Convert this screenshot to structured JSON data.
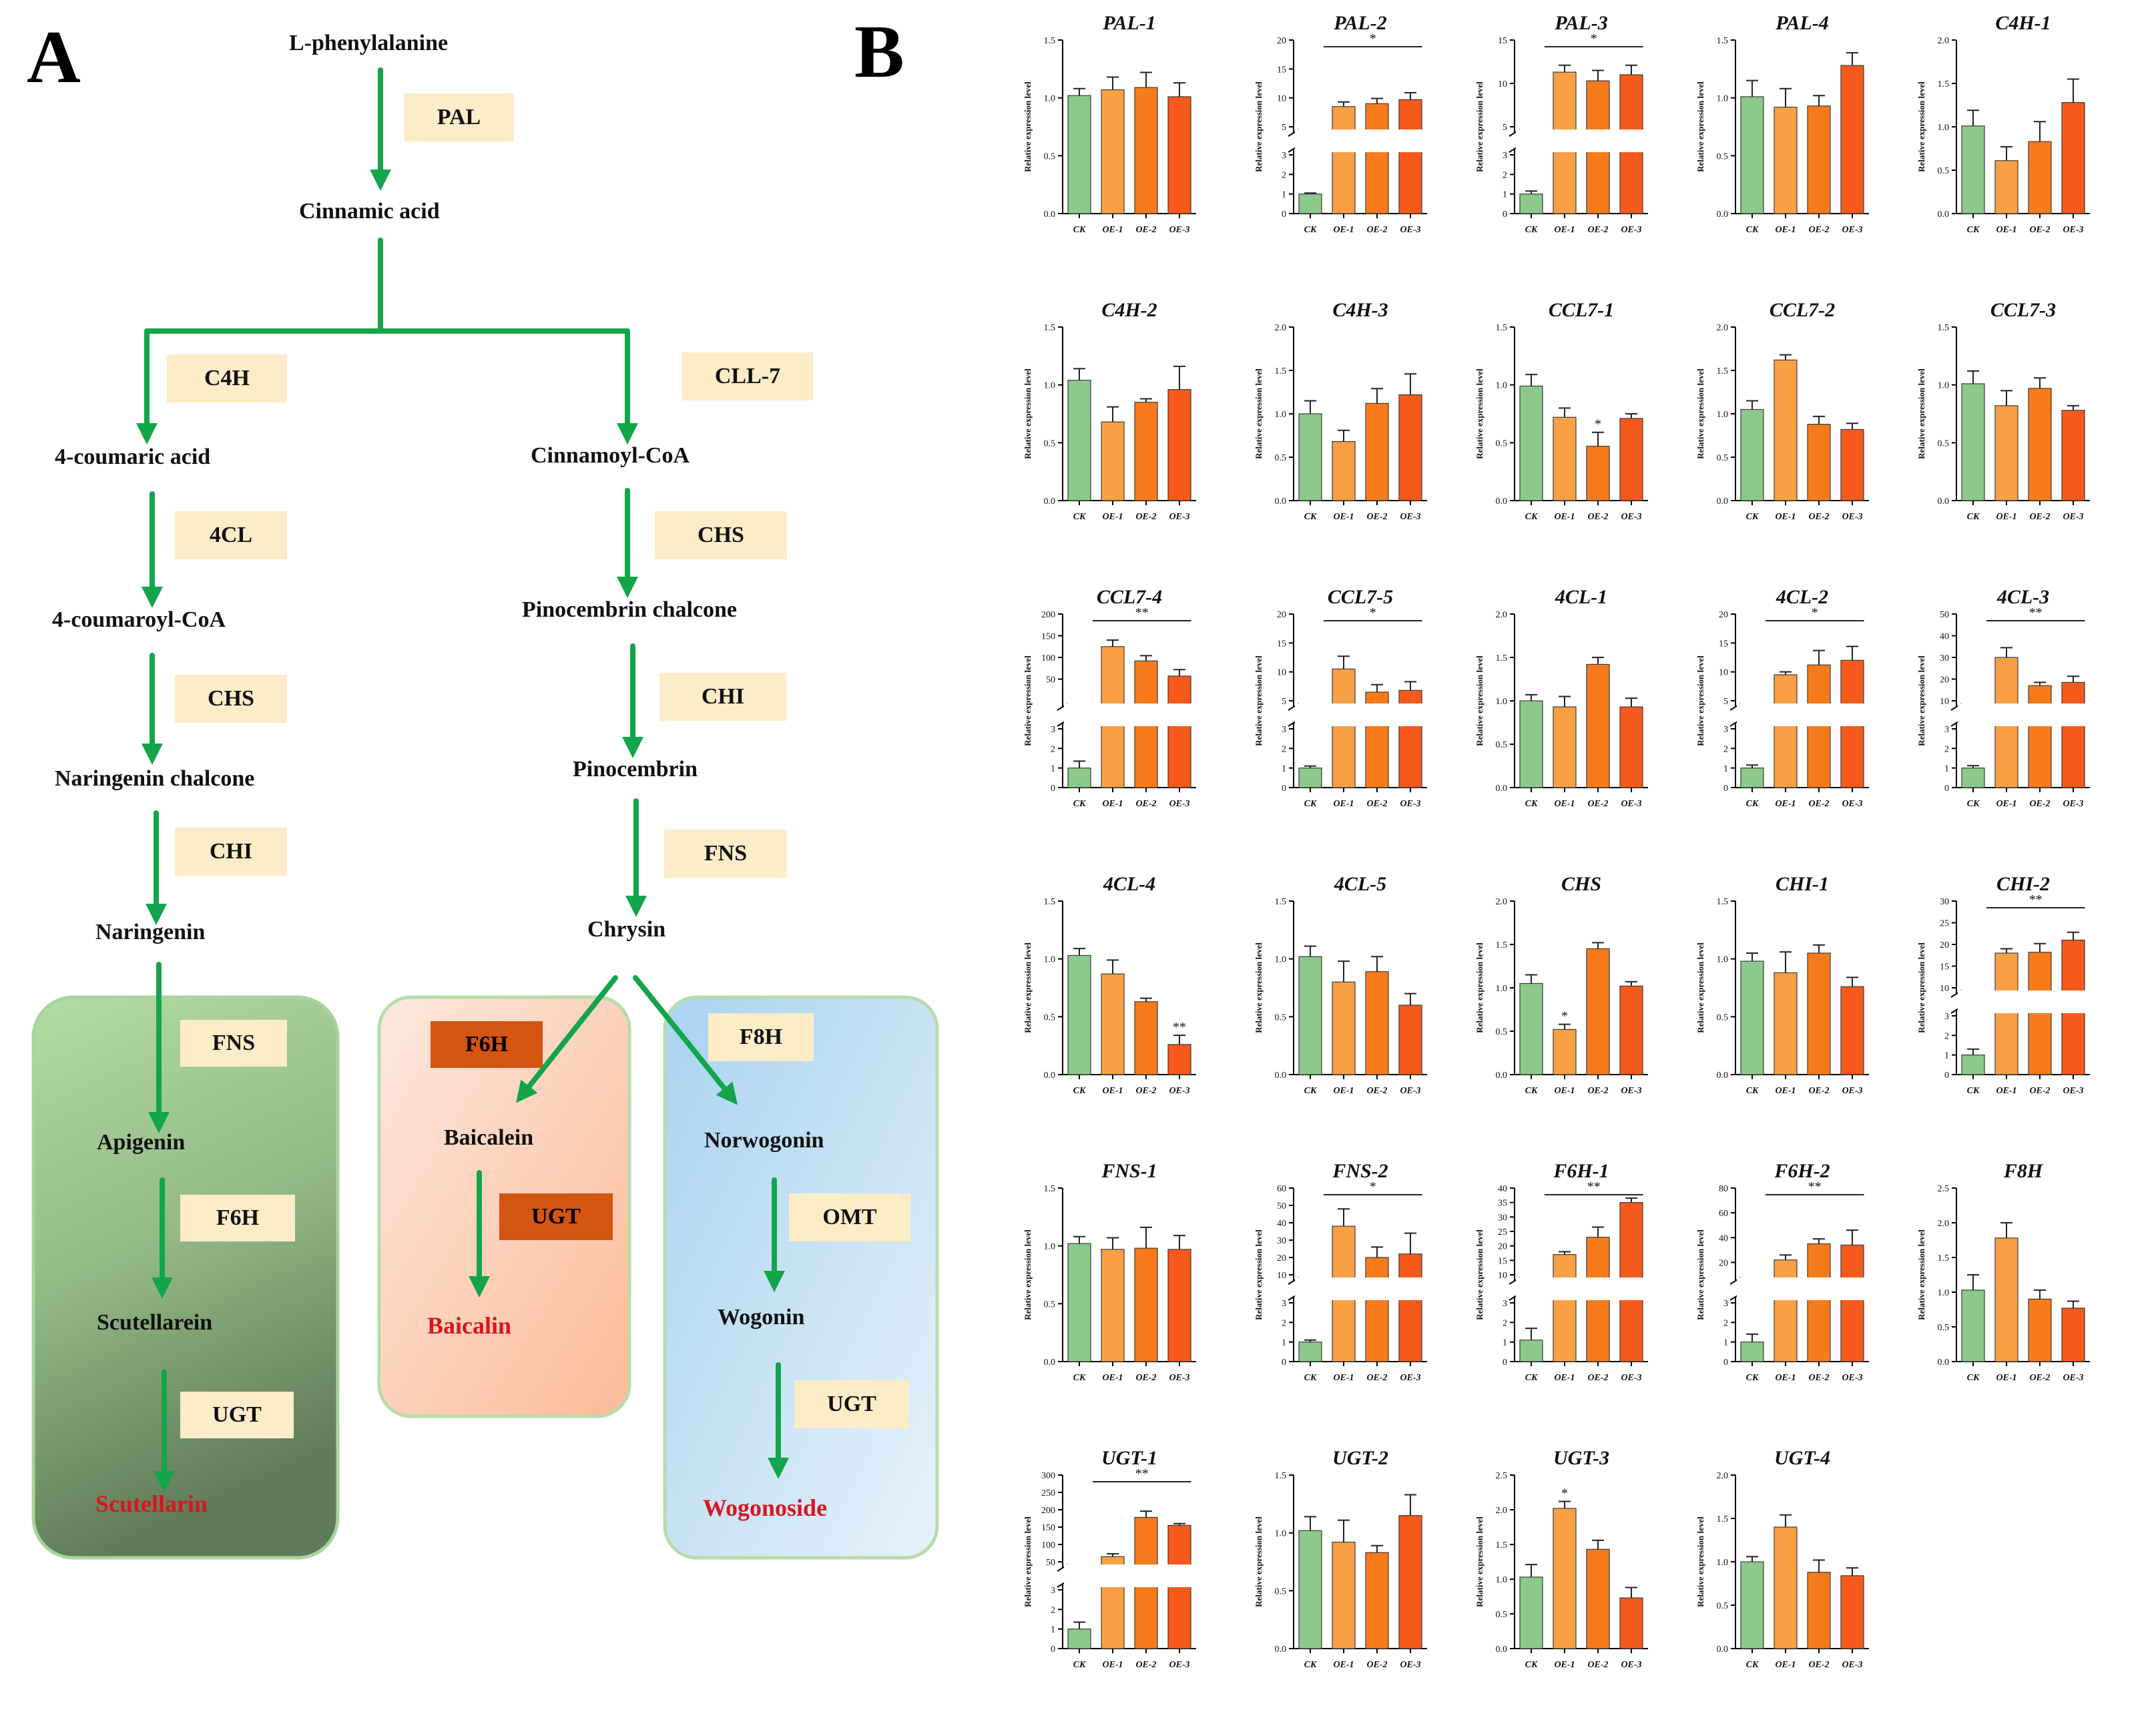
{
  "panel_a": {
    "letter": "A",
    "colors": {
      "arrow": "#12a54a",
      "enzyme_box": "#fdecc8",
      "enzyme_box_dark": "#d45411",
      "product_text": "#d8161e"
    },
    "metabolites": {
      "phe": "L-phenylalanine",
      "cinnamic": "Cinnamic acid",
      "coumaric": "4-coumaric acid",
      "coumaroyl": "4-coumaroyl-CoA",
      "naringenin_chalcone": "Naringenin chalcone",
      "naringenin": "Naringenin",
      "apigenin": "Apigenin",
      "scutellarein": "Scutellarein",
      "scutellarin": "Scutellarin",
      "cinnamoyl": "Cinnamoyl-CoA",
      "pinocembrin_chalcone": "Pinocembrin chalcone",
      "pinocembrin": "Pinocembrin",
      "chrysin": "Chrysin",
      "baicalein": "Baicalein",
      "baicalin": "Baicalin",
      "norwogonin": "Norwogonin",
      "wogonin": "Wogonin",
      "wogonoside": "Wogonoside"
    },
    "enzymes": {
      "pal": "PAL",
      "c4h": "C4H",
      "cll7": "CLL-7",
      "fourcl": "4CL",
      "chs_left": "CHS",
      "chs_right": "CHS",
      "chi_left": "CHI",
      "chi_right": "CHI",
      "fns_right": "FNS",
      "fns_left": "FNS",
      "f6h_green": "F6H",
      "ugt_green": "UGT",
      "f6h_orange": "F6H",
      "ugt_orange": "UGT",
      "f8h": "F8H",
      "omt": "OMT",
      "ugt_blue": "UGT"
    }
  },
  "panel_b": {
    "letter": "B",
    "ylabel": "Relative expression level",
    "categories": [
      "CK",
      "OE-1",
      "OE-2",
      "OE-3"
    ],
    "bar_colors": [
      "#8cc98a",
      "#f9a044",
      "#f77b1a",
      "#f5591b"
    ]
  },
  "chart_data": [
    {
      "type": "bar",
      "title": "PAL-1",
      "categories": [
        "CK",
        "OE-1",
        "OE-2",
        "OE-3"
      ],
      "values": [
        1.02,
        1.07,
        1.09,
        1.01
      ],
      "errors": [
        0.06,
        0.11,
        0.13,
        0.12
      ],
      "ylim": [
        0,
        1.5
      ],
      "yticks": [
        "0.0",
        "0.5",
        "1.0",
        "1.5"
      ],
      "sig": ""
    },
    {
      "type": "bar",
      "title": "PAL-2",
      "categories": [
        "CK",
        "OE-1",
        "OE-2",
        "OE-3"
      ],
      "values": [
        1.0,
        8.5,
        9.0,
        9.7
      ],
      "errors": [
        0.05,
        0.8,
        0.9,
        1.2
      ],
      "axis_break": true,
      "lower_ylim": [
        0,
        3
      ],
      "lower_ticks": [
        "0",
        "1",
        "2",
        "3"
      ],
      "upper_ylim": [
        5,
        20
      ],
      "upper_ticks": [
        "5",
        "10",
        "15",
        "20"
      ],
      "sig": "*"
    },
    {
      "type": "bar",
      "title": "PAL-3",
      "categories": [
        "CK",
        "OE-1",
        "OE-2",
        "OE-3"
      ],
      "values": [
        1.0,
        11.3,
        10.3,
        11.0
      ],
      "errors": [
        0.15,
        0.8,
        1.2,
        1.1
      ],
      "axis_break": true,
      "lower_ylim": [
        0,
        3
      ],
      "lower_ticks": [
        "0",
        "1",
        "2",
        "3"
      ],
      "upper_ylim": [
        5,
        15
      ],
      "upper_ticks": [
        "5",
        "10",
        "15"
      ],
      "sig": "*"
    },
    {
      "type": "bar",
      "title": "PAL-4",
      "categories": [
        "CK",
        "OE-1",
        "OE-2",
        "OE-3"
      ],
      "values": [
        1.01,
        0.92,
        0.93,
        1.28
      ],
      "errors": [
        0.14,
        0.16,
        0.09,
        0.11
      ],
      "ylim": [
        0,
        1.5
      ],
      "yticks": [
        "0.0",
        "0.5",
        "1.0",
        "1.5"
      ],
      "sig": ""
    },
    {
      "type": "bar",
      "title": "C4H-1",
      "categories": [
        "CK",
        "OE-1",
        "OE-2",
        "OE-3"
      ],
      "values": [
        1.01,
        0.61,
        0.83,
        1.28
      ],
      "errors": [
        0.18,
        0.16,
        0.23,
        0.27
      ],
      "ylim": [
        0,
        2.0
      ],
      "yticks": [
        "0.0",
        "0.5",
        "1.0",
        "1.5",
        "2.0"
      ],
      "sig": ""
    },
    {
      "type": "bar",
      "title": "C4H-2",
      "categories": [
        "CK",
        "OE-1",
        "OE-2",
        "OE-3"
      ],
      "values": [
        1.04,
        0.68,
        0.85,
        0.96
      ],
      "errors": [
        0.1,
        0.13,
        0.03,
        0.2
      ],
      "ylim": [
        0,
        1.5
      ],
      "yticks": [
        "0.0",
        "0.5",
        "1.0",
        "1.5"
      ],
      "sig": ""
    },
    {
      "type": "bar",
      "title": "C4H-3",
      "categories": [
        "CK",
        "OE-1",
        "OE-2",
        "OE-3"
      ],
      "values": [
        1.0,
        0.68,
        1.12,
        1.22
      ],
      "errors": [
        0.15,
        0.13,
        0.17,
        0.24
      ],
      "ylim": [
        0,
        2.0
      ],
      "yticks": [
        "0.0",
        "0.5",
        "1.0",
        "1.5",
        "2.0"
      ],
      "sig": ""
    },
    {
      "type": "bar",
      "title": "CCL7-1",
      "categories": [
        "CK",
        "OE-1",
        "OE-2",
        "OE-3"
      ],
      "values": [
        0.99,
        0.72,
        0.47,
        0.71
      ],
      "errors": [
        0.1,
        0.08,
        0.12,
        0.04
      ],
      "ylim": [
        0,
        1.5
      ],
      "yticks": [
        "0.0",
        "0.5",
        "1.0",
        "1.5"
      ],
      "sig": "*",
      "sig_bar": 2
    },
    {
      "type": "bar",
      "title": "CCL7-2",
      "categories": [
        "CK",
        "OE-1",
        "OE-2",
        "OE-3"
      ],
      "values": [
        1.05,
        1.62,
        0.88,
        0.82
      ],
      "errors": [
        0.1,
        0.06,
        0.09,
        0.07
      ],
      "ylim": [
        0,
        2.0
      ],
      "yticks": [
        "0.0",
        "0.5",
        "1.0",
        "1.5",
        "2.0"
      ],
      "sig": ""
    },
    {
      "type": "bar",
      "title": "CCL7-3",
      "categories": [
        "CK",
        "OE-1",
        "OE-2",
        "OE-3"
      ],
      "values": [
        1.01,
        0.82,
        0.97,
        0.78
      ],
      "errors": [
        0.11,
        0.13,
        0.09,
        0.04
      ],
      "ylim": [
        0,
        1.5
      ],
      "yticks": [
        "0.0",
        "0.5",
        "1.0",
        "1.5"
      ],
      "sig": ""
    },
    {
      "type": "bar",
      "title": "CCL7-4",
      "categories": [
        "CK",
        "OE-1",
        "OE-2",
        "OE-3"
      ],
      "values": [
        1.0,
        125,
        92,
        57
      ],
      "errors": [
        0.35,
        15,
        12,
        15
      ],
      "axis_break": true,
      "lower_ylim": [
        0,
        3
      ],
      "lower_ticks": [
        "0",
        "1",
        "2",
        "3"
      ],
      "upper_ylim": [
        0,
        200
      ],
      "upper_ticks": [
        "50",
        "100",
        "150",
        "200"
      ],
      "sig": "**"
    },
    {
      "type": "bar",
      "title": "CCL7-5",
      "categories": [
        "CK",
        "OE-1",
        "OE-2",
        "OE-3"
      ],
      "values": [
        1.0,
        10.5,
        6.5,
        6.8
      ],
      "errors": [
        0.1,
        2.2,
        1.3,
        1.5
      ],
      "axis_break": true,
      "lower_ylim": [
        0,
        3
      ],
      "lower_ticks": [
        "0",
        "1",
        "2",
        "3"
      ],
      "upper_ylim": [
        5,
        20
      ],
      "upper_ticks": [
        "5",
        "10",
        "15",
        "20"
      ],
      "sig": "*"
    },
    {
      "type": "bar",
      "title": "4CL-1",
      "categories": [
        "CK",
        "OE-1",
        "OE-2",
        "OE-3"
      ],
      "values": [
        1.0,
        0.93,
        1.42,
        0.93
      ],
      "errors": [
        0.07,
        0.12,
        0.08,
        0.1
      ],
      "ylim": [
        0,
        2.0
      ],
      "yticks": [
        "0.0",
        "0.5",
        "1.0",
        "1.5",
        "2.0"
      ],
      "sig": ""
    },
    {
      "type": "bar",
      "title": "4CL-2",
      "categories": [
        "CK",
        "OE-1",
        "OE-2",
        "OE-3"
      ],
      "values": [
        1.0,
        9.5,
        11.2,
        12.0
      ],
      "errors": [
        0.15,
        0.5,
        2.5,
        2.4
      ],
      "axis_break": true,
      "lower_ylim": [
        0,
        3
      ],
      "lower_ticks": [
        "0",
        "1",
        "2",
        "3"
      ],
      "upper_ylim": [
        5,
        20
      ],
      "upper_ticks": [
        "5",
        "10",
        "15",
        "20"
      ],
      "sig": "*"
    },
    {
      "type": "bar",
      "title": "4CL-3",
      "categories": [
        "CK",
        "OE-1",
        "OE-2",
        "OE-3"
      ],
      "values": [
        1.0,
        30,
        17,
        18.5
      ],
      "errors": [
        0.12,
        4.5,
        1.5,
        2.8
      ],
      "axis_break": true,
      "lower_ylim": [
        0,
        3
      ],
      "lower_ticks": [
        "0",
        "1",
        "2",
        "3"
      ],
      "upper_ylim": [
        10,
        50
      ],
      "upper_ticks": [
        "10",
        "20",
        "30",
        "40",
        "50"
      ],
      "sig": "**"
    },
    {
      "type": "bar",
      "title": "4CL-4",
      "categories": [
        "CK",
        "OE-1",
        "OE-2",
        "OE-3"
      ],
      "values": [
        1.03,
        0.87,
        0.63,
        0.26
      ],
      "errors": [
        0.06,
        0.12,
        0.03,
        0.08
      ],
      "ylim": [
        0,
        1.5
      ],
      "yticks": [
        "0.0",
        "0.5",
        "1.0",
        "1.5"
      ],
      "sig": "**",
      "sig_bar": 3
    },
    {
      "type": "bar",
      "title": "4CL-5",
      "categories": [
        "CK",
        "OE-1",
        "OE-2",
        "OE-3"
      ],
      "values": [
        1.02,
        0.8,
        0.89,
        0.6
      ],
      "errors": [
        0.09,
        0.18,
        0.13,
        0.1
      ],
      "ylim": [
        0,
        1.5
      ],
      "yticks": [
        "0.0",
        "0.5",
        "1.0",
        "1.5"
      ],
      "sig": ""
    },
    {
      "type": "bar",
      "title": "CHS",
      "categories": [
        "CK",
        "OE-1",
        "OE-2",
        "OE-3"
      ],
      "values": [
        1.05,
        0.52,
        1.45,
        1.02
      ],
      "errors": [
        0.1,
        0.06,
        0.07,
        0.05
      ],
      "ylim": [
        0,
        2.0
      ],
      "yticks": [
        "0.0",
        "0.5",
        "1.0",
        "1.5",
        "2.0"
      ],
      "sig": "*",
      "sig_bar": 1
    },
    {
      "type": "bar",
      "title": "CHI-1",
      "categories": [
        "CK",
        "OE-1",
        "OE-2",
        "OE-3"
      ],
      "values": [
        0.98,
        0.88,
        1.05,
        0.76
      ],
      "errors": [
        0.07,
        0.18,
        0.07,
        0.08
      ],
      "ylim": [
        0,
        1.5
      ],
      "yticks": [
        "0.0",
        "0.5",
        "1.0",
        "1.5"
      ],
      "sig": ""
    },
    {
      "type": "bar",
      "title": "CHI-2",
      "categories": [
        "CK",
        "OE-1",
        "OE-2",
        "OE-3"
      ],
      "values": [
        1.0,
        18,
        18.2,
        21
      ],
      "errors": [
        0.3,
        1.0,
        2.0,
        1.8
      ],
      "axis_break": true,
      "lower_ylim": [
        0,
        3
      ],
      "lower_ticks": [
        "0",
        "1",
        "2",
        "3"
      ],
      "upper_ylim": [
        10,
        30
      ],
      "upper_ticks": [
        "10",
        "15",
        "20",
        "25",
        "30"
      ],
      "sig": "**"
    },
    {
      "type": "bar",
      "title": "FNS-1",
      "categories": [
        "CK",
        "OE-1",
        "OE-2",
        "OE-3"
      ],
      "values": [
        1.02,
        0.97,
        0.98,
        0.97
      ],
      "errors": [
        0.06,
        0.1,
        0.18,
        0.12
      ],
      "ylim": [
        0,
        1.5
      ],
      "yticks": [
        "0.0",
        "0.5",
        "1.0",
        "1.5"
      ],
      "sig": ""
    },
    {
      "type": "bar",
      "title": "FNS-2",
      "categories": [
        "CK",
        "OE-1",
        "OE-2",
        "OE-3"
      ],
      "values": [
        1.0,
        38,
        20,
        22
      ],
      "errors": [
        0.1,
        10,
        6,
        12
      ],
      "axis_break": true,
      "lower_ylim": [
        0,
        3
      ],
      "lower_ticks": [
        "0",
        "1",
        "2",
        "3"
      ],
      "upper_ylim": [
        10,
        60
      ],
      "upper_ticks": [
        "10",
        "20",
        "30",
        "40",
        "50",
        "60"
      ],
      "sig": "*"
    },
    {
      "type": "bar",
      "title": "F6H-1",
      "categories": [
        "CK",
        "OE-1",
        "OE-2",
        "OE-3"
      ],
      "values": [
        1.1,
        17,
        23,
        35
      ],
      "errors": [
        0.6,
        1.0,
        3.5,
        1.5
      ],
      "axis_break": true,
      "lower_ylim": [
        0,
        3
      ],
      "lower_ticks": [
        "0",
        "1",
        "2",
        "3"
      ],
      "upper_ylim": [
        10,
        40
      ],
      "upper_ticks": [
        "10",
        "15",
        "20",
        "25",
        "30",
        "35",
        "40"
      ],
      "sig": "**"
    },
    {
      "type": "bar",
      "title": "F6H-2",
      "categories": [
        "CK",
        "OE-1",
        "OE-2",
        "OE-3"
      ],
      "values": [
        1.0,
        22,
        35,
        34
      ],
      "errors": [
        0.4,
        4,
        4,
        12
      ],
      "axis_break": true,
      "lower_ylim": [
        0,
        3
      ],
      "lower_ticks": [
        "0",
        "1",
        "2",
        "3"
      ],
      "upper_ylim": [
        10,
        80
      ],
      "upper_ticks": [
        "20",
        "40",
        "60",
        "80"
      ],
      "sig": "**"
    },
    {
      "type": "bar",
      "title": "F8H",
      "categories": [
        "CK",
        "OE-1",
        "OE-2",
        "OE-3"
      ],
      "values": [
        1.03,
        1.78,
        0.9,
        0.77
      ],
      "errors": [
        0.22,
        0.22,
        0.13,
        0.1
      ],
      "ylim": [
        0,
        2.5
      ],
      "yticks": [
        "0.0",
        "0.5",
        "1.0",
        "1.5",
        "2.0",
        "2.5"
      ],
      "sig": ""
    },
    {
      "type": "bar",
      "title": "UGT-1",
      "categories": [
        "CK",
        "OE-1",
        "OE-2",
        "OE-3"
      ],
      "values": [
        1.0,
        65,
        178,
        155
      ],
      "errors": [
        0.35,
        8,
        18,
        5
      ],
      "axis_break": true,
      "lower_ylim": [
        0,
        3
      ],
      "lower_ticks": [
        "0",
        "1",
        "2",
        "3"
      ],
      "upper_ylim": [
        50,
        300
      ],
      "upper_ticks": [
        "50",
        "100",
        "150",
        "200",
        "250",
        "300"
      ],
      "sig": "**"
    },
    {
      "type": "bar",
      "title": "UGT-2",
      "categories": [
        "CK",
        "OE-1",
        "OE-2",
        "OE-3"
      ],
      "values": [
        1.02,
        0.92,
        0.83,
        1.15
      ],
      "errors": [
        0.12,
        0.19,
        0.06,
        0.18
      ],
      "ylim": [
        0,
        1.5
      ],
      "yticks": [
        "0.0",
        "0.5",
        "1.0",
        "1.5"
      ],
      "sig": ""
    },
    {
      "type": "bar",
      "title": "UGT-3",
      "categories": [
        "CK",
        "OE-1",
        "OE-2",
        "OE-3"
      ],
      "values": [
        1.03,
        2.02,
        1.43,
        0.73
      ],
      "errors": [
        0.18,
        0.1,
        0.13,
        0.15
      ],
      "ylim": [
        0,
        2.5
      ],
      "yticks": [
        "0.0",
        "0.5",
        "1.0",
        "1.5",
        "2.0",
        "2.5"
      ],
      "sig": "*",
      "sig_bar": 1
    },
    {
      "type": "bar",
      "title": "UGT-4",
      "categories": [
        "CK",
        "OE-1",
        "OE-2",
        "OE-3"
      ],
      "values": [
        1.0,
        1.4,
        0.88,
        0.84
      ],
      "errors": [
        0.06,
        0.14,
        0.14,
        0.09
      ],
      "ylim": [
        0,
        2.0
      ],
      "yticks": [
        "0.0",
        "0.5",
        "1.0",
        "1.5",
        "2.0"
      ],
      "sig": ""
    }
  ]
}
